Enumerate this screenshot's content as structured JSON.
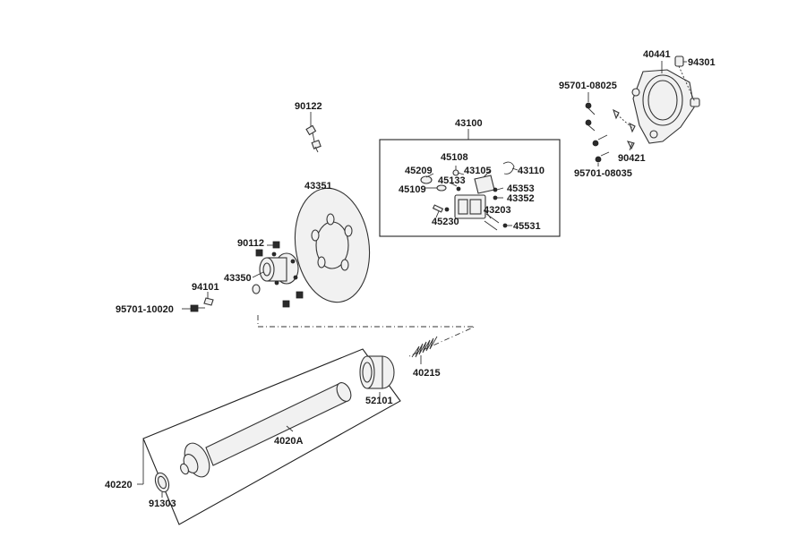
{
  "labels": {
    "p90122": "90122",
    "p43100": "43100",
    "p40441": "40441",
    "p94301": "94301",
    "p95701_08025": "95701-08025",
    "p90421": "90421",
    "p95701_08035": "95701-08035",
    "p45108": "45108",
    "p45209": "45209",
    "p43105": "43105",
    "p43110": "43110",
    "p45133": "45133",
    "p45109": "45109",
    "p45353": "45353",
    "p43352": "43352",
    "p43203": "43203",
    "p45230": "45230",
    "p45531": "45531",
    "p43351": "43351",
    "p90112": "90112",
    "p43350": "43350",
    "p94101": "94101",
    "p95701_10020": "95701-10020",
    "p40215": "40215",
    "p52101": "52101",
    "p4020A": "4020A",
    "p40220": "40220",
    "p91303": "91303"
  }
}
